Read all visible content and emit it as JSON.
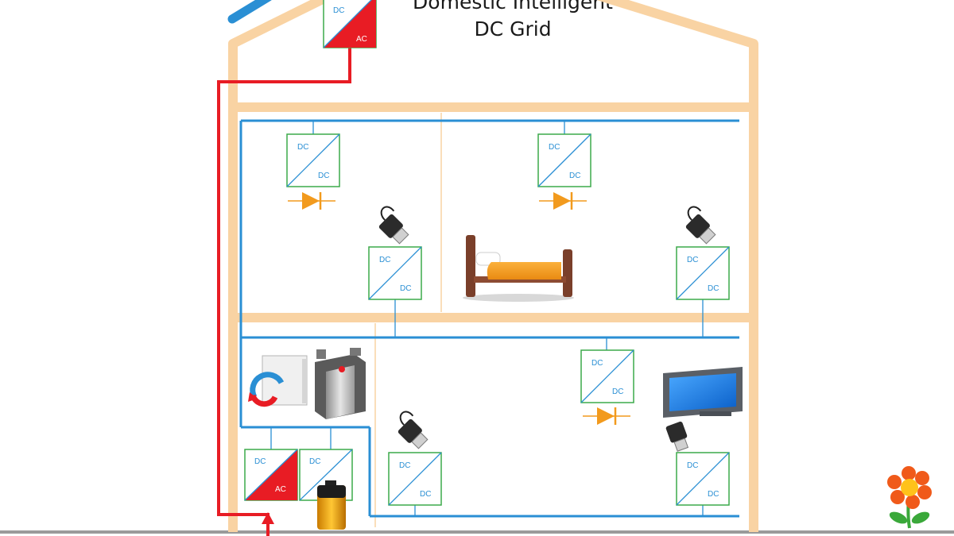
{
  "title": {
    "line1": "Domestic Intelligent",
    "line2": "DC Grid"
  },
  "converter_labels": {
    "dc": "DC",
    "ac": "AC"
  },
  "colors": {
    "house_frame": "#f9d3a3",
    "dc_bus": "#2a8fd4",
    "ac_line": "#e81c24",
    "converter_border": "#3caa4a",
    "converter_diagonal": "#2a8fd4",
    "ac_fill": "#e81c24",
    "led": "#f29a1d",
    "ground": "#9a9a9a"
  },
  "icons": [
    "solar-panel-icon",
    "led-icon",
    "usb-plug-icon",
    "bed-icon",
    "heat-pump-icon",
    "ventilation-unit-icon",
    "battery-icon",
    "tv-icon",
    "flower-icon"
  ]
}
